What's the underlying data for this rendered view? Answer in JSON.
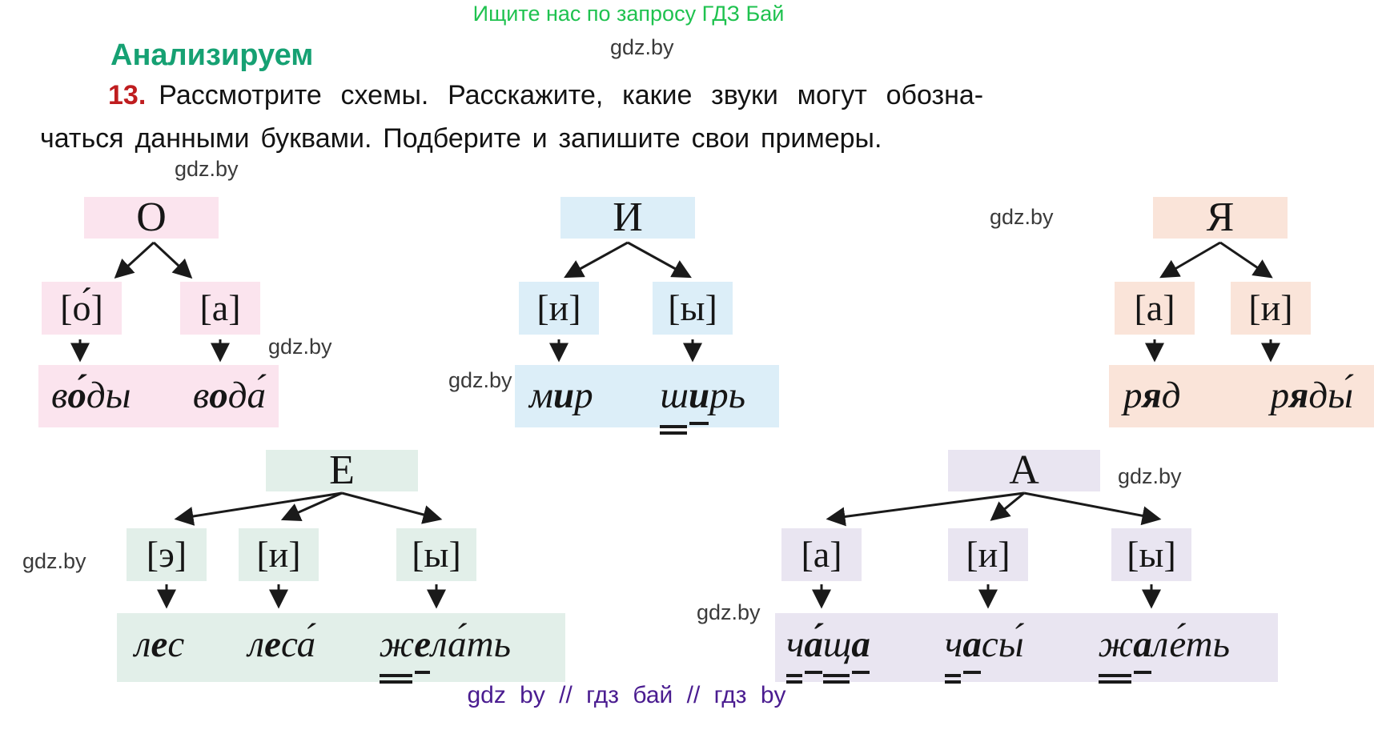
{
  "page": {
    "top_banner": "Ищите нас по запросу ГДЗ Бай",
    "watermark": "gdz.by",
    "section_heading": "Анализируем",
    "task_number": "13.",
    "task_line1": "Рассмотрите схемы. Расскажите, какие звуки могут обозна-",
    "task_line2": "чаться данными буквами. Подберите и запишите свои примеры.",
    "footer": "gdz by // гдз бай // гдз by"
  },
  "colors": {
    "banner_green": "#1fc24f",
    "heading_green": "#16a173",
    "task_number_red": "#bf1d1f",
    "footer_purple": "#4a1c90",
    "watermark_gray": "#3a3a3a",
    "box_pink": "#fbe4ee",
    "box_blue": "#dceef8",
    "box_peach": "#fae4d9",
    "box_mint": "#e2efe9",
    "box_lavender": "#e9e5f1",
    "ink": "#1a1a1a"
  },
  "diagrams": [
    {
      "letter": "О",
      "phonemes": [
        "[о́]",
        "[а]"
      ],
      "words": [
        {
          "full": "во́ды",
          "segments": [
            {
              "t": "в"
            },
            {
              "t": "о́",
              "bold": true
            },
            {
              "t": "ды"
            }
          ]
        },
        {
          "full": "вода́",
          "segments": [
            {
              "t": "в"
            },
            {
              "t": "о",
              "bold": true
            },
            {
              "t": "да́"
            }
          ]
        }
      ]
    },
    {
      "letter": "И",
      "phonemes": [
        "[и]",
        "[ы]"
      ],
      "words": [
        {
          "full": "мир",
          "segments": [
            {
              "t": "м"
            },
            {
              "t": "и",
              "bold": true
            },
            {
              "t": "р"
            }
          ]
        },
        {
          "full": "ширь",
          "segments": [
            {
              "t": "ш",
              "underline": "double"
            },
            {
              "t": "и",
              "bold": true,
              "underline": "single"
            },
            {
              "t": "рь"
            }
          ]
        }
      ]
    },
    {
      "letter": "Я",
      "phonemes": [
        "[а]",
        "[и]"
      ],
      "words": [
        {
          "full": "ряд",
          "segments": [
            {
              "t": "р"
            },
            {
              "t": "я",
              "bold": true
            },
            {
              "t": "д"
            }
          ]
        },
        {
          "full": "ряды́",
          "segments": [
            {
              "t": "р"
            },
            {
              "t": "я",
              "bold": true
            },
            {
              "t": "ды́"
            }
          ]
        }
      ]
    },
    {
      "letter": "Е",
      "phonemes": [
        "[э]",
        "[и]",
        "[ы]"
      ],
      "words": [
        {
          "full": "лес",
          "segments": [
            {
              "t": "л"
            },
            {
              "t": "е",
              "bold": true
            },
            {
              "t": "с"
            }
          ]
        },
        {
          "full": "леса́",
          "segments": [
            {
              "t": "л"
            },
            {
              "t": "е",
              "bold": true
            },
            {
              "t": "са́"
            }
          ]
        },
        {
          "full": "жела́ть",
          "segments": [
            {
              "t": "ж",
              "underline": "double"
            },
            {
              "t": "е",
              "bold": true,
              "underline": "single"
            },
            {
              "t": "ла́ть"
            }
          ]
        }
      ]
    },
    {
      "letter": "А",
      "phonemes": [
        "[а]",
        "[и]",
        "[ы]"
      ],
      "words": [
        {
          "full": "ча́ща",
          "segments": [
            {
              "t": "ч",
              "underline": "double"
            },
            {
              "t": "а́",
              "bold": true,
              "underline": "single"
            },
            {
              "t": "щ",
              "underline": "double"
            },
            {
              "t": "а",
              "bold": true,
              "underline": "single"
            }
          ]
        },
        {
          "full": "часы́",
          "segments": [
            {
              "t": "ч",
              "underline": "double"
            },
            {
              "t": "а",
              "bold": true,
              "underline": "single"
            },
            {
              "t": "сы́"
            }
          ]
        },
        {
          "full": "жале́ть",
          "segments": [
            {
              "t": "ж",
              "underline": "double"
            },
            {
              "t": "а",
              "bold": true,
              "underline": "single"
            },
            {
              "t": "ле́ть"
            }
          ]
        }
      ]
    }
  ]
}
